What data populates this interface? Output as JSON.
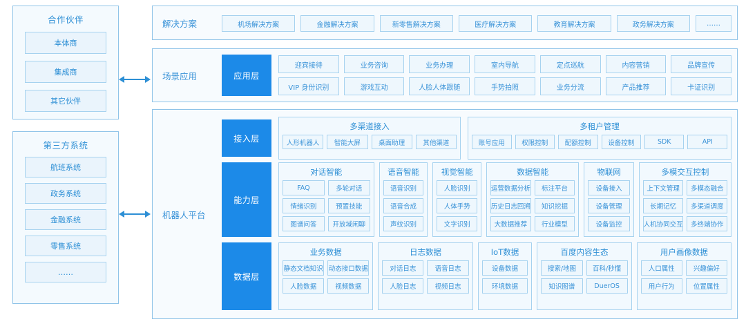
{
  "colors": {
    "accent": "#1c8ae8",
    "text_blue": "#3a93d8",
    "border_blue": "#a6d2ef",
    "panel_bg": "#f4fafe",
    "chip_bg": "#eef7fd"
  },
  "left_column": {
    "partners": {
      "title": "合作伙伴",
      "items": [
        "本体商",
        "集成商",
        "其它伙伴"
      ]
    },
    "third_party": {
      "title": "第三方系统",
      "items": [
        "航班系统",
        "政务系统",
        "金融系统",
        "零售系统",
        "……"
      ]
    }
  },
  "connectors": [
    {
      "name": "partners-connector",
      "icon": "double-arrow-icon"
    },
    {
      "name": "third-party-connector",
      "icon": "double-arrow-icon"
    }
  ],
  "solutions": {
    "label": "解决方案",
    "items": [
      "机场解决方案",
      "金融解决方案",
      "新零售解决方案",
      "医疗解决方案",
      "教育解决方案",
      "政务解决方案",
      "……"
    ]
  },
  "scenario_apps": {
    "label": "场景应用",
    "layer_tab": "应用层",
    "row1": [
      "迎宾接待",
      "业务咨询",
      "业务办理",
      "室内导航",
      "定点巡航",
      "内容营销",
      "品牌宣传"
    ],
    "row2": [
      "VIP 身份识别",
      "游戏互动",
      "人脸人体跟随",
      "手势拍照",
      "业务分流",
      "产品推荐",
      "卡证识别"
    ]
  },
  "robot_platform": {
    "label": "机器人平台",
    "layers": [
      {
        "tab": "接入层",
        "groups": [
          {
            "title": "多渠道接入",
            "items": [
              "人形机器人",
              "智能大屏",
              "桌面助理",
              "其他渠道"
            ]
          },
          {
            "title": "多租户管理",
            "items": [
              "账号应用",
              "权限控制",
              "配额控制",
              "设备控制",
              "SDK",
              "API"
            ]
          }
        ]
      },
      {
        "tab": "能力层",
        "groups": [
          {
            "title": "对话智能",
            "items": [
              "FAQ",
              "多轮对话",
              "情绪识别",
              "预置技能",
              "图谱问答",
              "开放域闲聊"
            ]
          },
          {
            "title": "语音智能",
            "items": [
              "语音识别",
              "语音合成",
              "声纹识别"
            ]
          },
          {
            "title": "视觉智能",
            "items": [
              "人脸识别",
              "人体手势",
              "文字识别"
            ]
          },
          {
            "title": "数据智能",
            "items": [
              "运营数据分析",
              "标注平台",
              "历史日志回溯",
              "知识挖掘",
              "大数据推荐",
              "行业模型"
            ]
          },
          {
            "title": "物联网",
            "items": [
              "设备接入",
              "设备管理",
              "设备监控"
            ]
          },
          {
            "title": "多模交互控制",
            "items": [
              "上下文管理",
              "多模态融合",
              "长期记忆",
              "多渠道调度",
              "人机协同交互",
              "多终端协作"
            ]
          }
        ]
      },
      {
        "tab": "数据层",
        "groups": [
          {
            "title": "业务数据",
            "items": [
              "静态文档知识",
              "动态接口数据",
              "人脸数据",
              "视频数据"
            ]
          },
          {
            "title": "日志数据",
            "items": [
              "对话日志",
              "语音日志",
              "人脸日志",
              "视频日志"
            ]
          },
          {
            "title": "IoT数据",
            "items": [
              "设备数据",
              "环境数据"
            ]
          },
          {
            "title": "百度内容生态",
            "items": [
              "搜索/地图",
              "百科/秒懂",
              "知识图谱",
              "DuerOS"
            ]
          },
          {
            "title": "用户画像数据",
            "items": [
              "人口属性",
              "兴趣偏好",
              "用户行为",
              "位置属性"
            ]
          }
        ]
      }
    ]
  }
}
